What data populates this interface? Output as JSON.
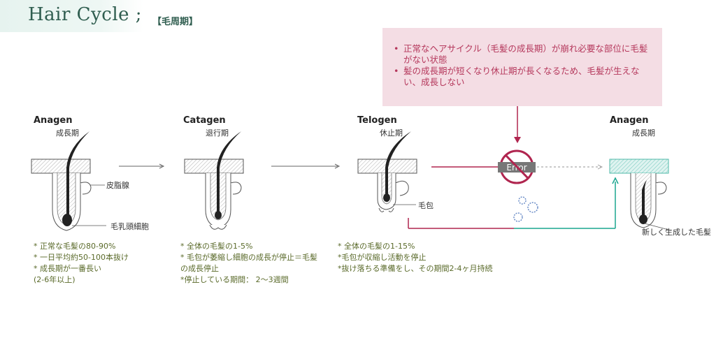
{
  "header": {
    "title": "Hair Cycle ;",
    "subtitle": "【毛周期】"
  },
  "callout": {
    "items": [
      "正常なヘアサイクル（毛髪の成長期）が崩れ必要な部位に毛髪がない状態",
      "髪の成長期が短くなり休止期が長くなるため、毛髪が生えない、成長しない"
    ]
  },
  "stages": [
    {
      "name_en": "Anagen",
      "name_jp": "成長期",
      "notes": [
        "* 正常な毛髪の80-90%",
        "* 一日平均約50-100本抜け",
        "* 成長期が一番長い",
        "(2-6年以上)"
      ]
    },
    {
      "name_en": "Catagen",
      "name_jp": "退行期",
      "notes": [
        "* 全体の毛髪の1-5%",
        "* 毛包が萎縮し細胞の成長が停止＝毛髪",
        "の成長停止",
        "*停止している期間： 2～3週間"
      ]
    },
    {
      "name_en": "Telogen",
      "name_jp": "休止期",
      "notes": [
        "* 全体の毛髪の1-15%",
        "*毛包が収縮し活動を停止",
        "*抜け落ちる準備をし、その期間2-4ヶ月持続"
      ]
    },
    {
      "name_en": "Anagen",
      "name_jp": "成長期",
      "notes": []
    }
  ],
  "labels": {
    "sebaceous_gland": "皮脂腺",
    "dermal_papilla": "毛乳頭細胞",
    "follicle": "毛包",
    "new_hair": "新しく生成した毛髪",
    "error": "Error"
  },
  "colors": {
    "title": "#2f5d4f",
    "callout_bg": "#f4dde4",
    "callout_text": "#b5385c",
    "error_path": "#b0254f",
    "teal_path": "#1aa58f",
    "new_hair_fill": "#bfe8e2",
    "notes_text": "#5a6a2a"
  }
}
